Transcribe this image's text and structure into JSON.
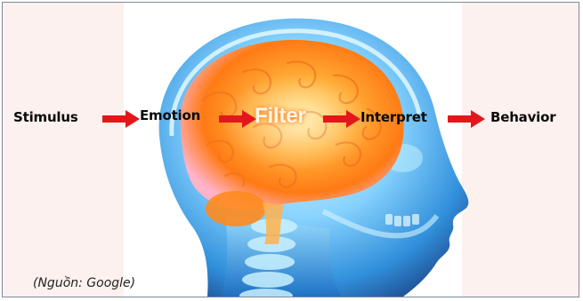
{
  "flow": {
    "steps": [
      "Stimulus",
      "Emotion",
      "Filter",
      "Interpret",
      "Behavior"
    ]
  },
  "source_note": "(Nguồn: Google)",
  "colors": {
    "background": "#fcf1ee",
    "arrow": "#e3161b",
    "brain": "#ff9a1f",
    "head": "#2fa8ef",
    "text": "#0a0a0a"
  },
  "icons": [
    "brain-illustration",
    "head-xray-illustration",
    "red-arrow-icon"
  ]
}
